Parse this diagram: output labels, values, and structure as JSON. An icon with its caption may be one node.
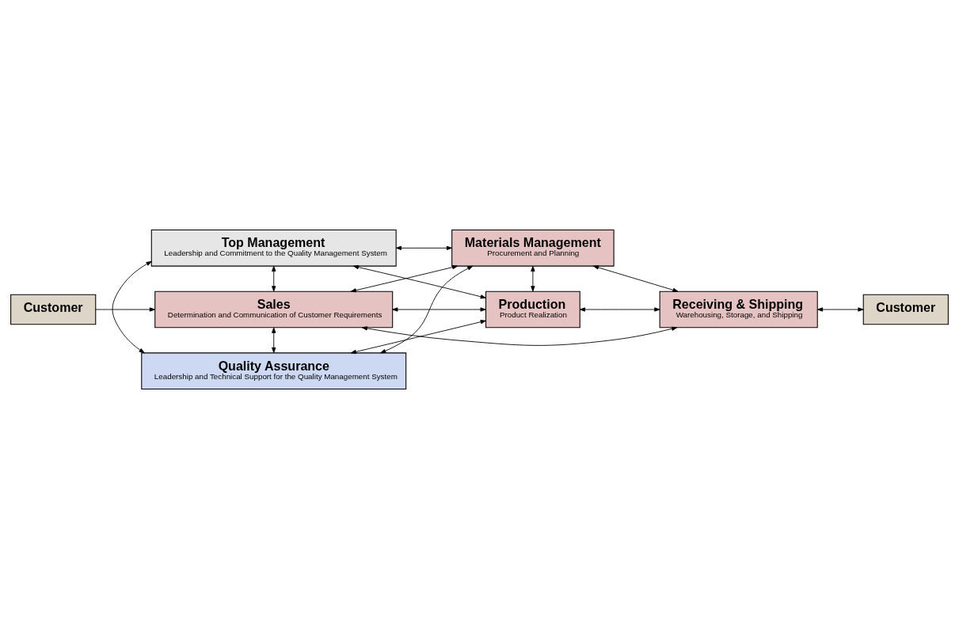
{
  "diagram": {
    "nodes": [
      {
        "text": [
          "Top Management",
          "Leadership and Commitment to the Quality Management System"
        ]
      },
      {
        "text": [
          "Customer"
        ]
      },
      {
        "text": [
          "Materials Management",
          "Procurement and Planning"
        ]
      },
      {
        "text": [
          "Sales",
          "Determination and Communication of Customer Requirements"
        ]
      },
      {
        "text": [
          "Receiving & Shipping",
          "Warehousing, Storage, and Shipping"
        ]
      },
      {
        "text": [
          "Customer"
        ]
      },
      {
        "text": [
          "Production",
          "Product Realization"
        ]
      },
      {
        "text": [
          "Quality Assurance",
          "Leadership and Technical Support for the Quality Management System"
        ]
      }
    ],
    "edges": [
      {
        "from": 1,
        "to": 3,
        "arrow": "to"
      },
      {
        "from": 0,
        "to": 3,
        "arrow": "both"
      },
      {
        "from": 0,
        "to": 7,
        "arrow": "both"
      },
      {
        "from": 0,
        "to": 2,
        "arrow": "both"
      },
      {
        "from": 3,
        "to": 2,
        "arrow": "both"
      },
      {
        "from": 3,
        "to": 6,
        "arrow": "both"
      },
      {
        "from": 3,
        "to": 4,
        "arrow": "both"
      },
      {
        "from": 2,
        "to": 6,
        "arrow": "both"
      },
      {
        "from": 2,
        "to": 4,
        "arrow": "both"
      },
      {
        "from": 6,
        "to": 4,
        "arrow": "both"
      },
      {
        "from": 4,
        "to": 5,
        "arrow": "both"
      },
      {
        "from": 3,
        "to": 7,
        "arrow": "both"
      },
      {
        "from": 6,
        "to": 7,
        "arrow": "both"
      },
      {
        "from": 0,
        "to": 6,
        "arrow": "both"
      },
      {
        "from": 2,
        "to": 7,
        "arrow": "both"
      }
    ]
  }
}
